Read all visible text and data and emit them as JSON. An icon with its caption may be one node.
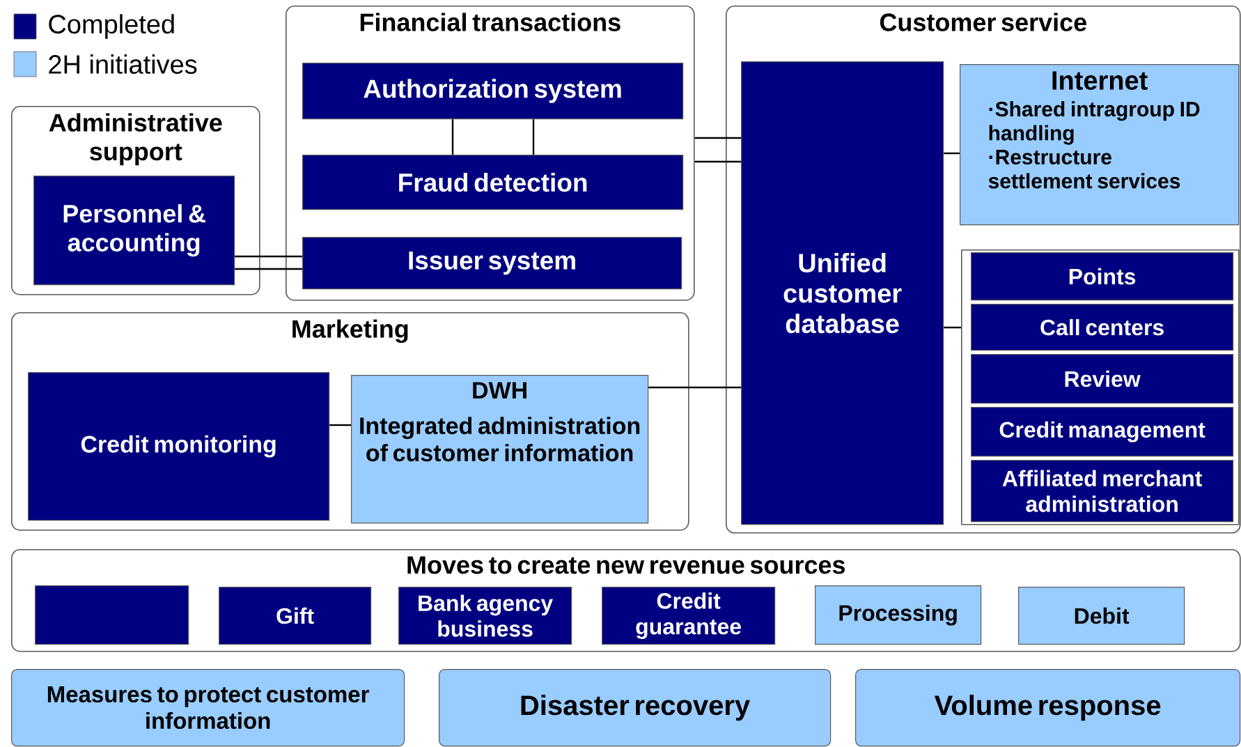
{
  "diagram": {
    "nodes": [
      {
        "text": [
          "Administrative support"
        ]
      },
      {
        "text": [
          "Personnel & accounting"
        ],
        "in": 0
      },
      {
        "text": [
          "Financial transactions"
        ]
      },
      {
        "text": [
          "Authorization system"
        ],
        "in": 2
      },
      {
        "text": [
          "Fraud detection"
        ],
        "in": 2
      },
      {
        "text": [
          "Issuer system"
        ],
        "in": 2
      },
      {
        "text": [
          "Customer service"
        ]
      },
      {
        "text": [
          "Unified customer database"
        ],
        "in": 6
      },
      {
        "text": [
          "Internet",
          "·Shared intragroup ID handling",
          "·Restructure settlement services"
        ],
        "in": 6
      },
      {
        "text": [],
        "shape": "box",
        "in": 6
      },
      {
        "text": [
          "Points"
        ],
        "in": 9
      },
      {
        "text": [
          "Call centers"
        ],
        "in": 9
      },
      {
        "text": [
          "Review"
        ],
        "in": 9
      },
      {
        "text": [
          "Credit management"
        ],
        "in": 9
      },
      {
        "text": [
          "Affiliated merchant administration"
        ],
        "in": 9
      },
      {
        "text": [
          "Marketing"
        ]
      },
      {
        "text": [
          "Credit monitoring"
        ],
        "in": 15
      },
      {
        "text": [
          "DWH",
          "Integrated administration of customer information"
        ],
        "in": 15
      },
      {
        "text": [
          "Moves to create new revenue sources"
        ]
      },
      {
        "text": [],
        "shape": "box",
        "in": 18
      },
      {
        "text": [
          "Gift"
        ],
        "in": 18
      },
      {
        "text": [
          "Bank agency business"
        ],
        "in": 18
      },
      {
        "text": [
          "Credit guarantee"
        ],
        "in": 18
      },
      {
        "text": [
          "Processing"
        ],
        "in": 18
      },
      {
        "text": [
          "Debit"
        ],
        "in": 18
      },
      {
        "text": [
          "Measures to protect customer information"
        ]
      },
      {
        "text": [
          "Disaster recovery"
        ]
      },
      {
        "text": [
          "Volume response"
        ]
      }
    ],
    "edges": [
      {
        "from": 3,
        "to": 4,
        "arrow": "none"
      },
      {
        "from": 3,
        "to": 4,
        "arrow": "none"
      },
      {
        "from": 1,
        "to": 5,
        "arrow": "none"
      },
      {
        "from": 1,
        "to": 5,
        "arrow": "none"
      },
      {
        "from": 2,
        "to": 7,
        "arrow": "none"
      },
      {
        "from": 2,
        "to": 7,
        "arrow": "none"
      },
      {
        "from": 7,
        "to": 8,
        "arrow": "none"
      },
      {
        "from": 7,
        "to": 9,
        "arrow": "none"
      },
      {
        "from": 17,
        "to": 7,
        "arrow": "none"
      },
      {
        "from": 16,
        "to": 17,
        "arrow": "none"
      }
    ],
    "legend": [
      {
        "text": "Completed",
        "color": "#000080"
      },
      {
        "text": "2H initiatives",
        "color": "#99ccff"
      }
    ]
  }
}
